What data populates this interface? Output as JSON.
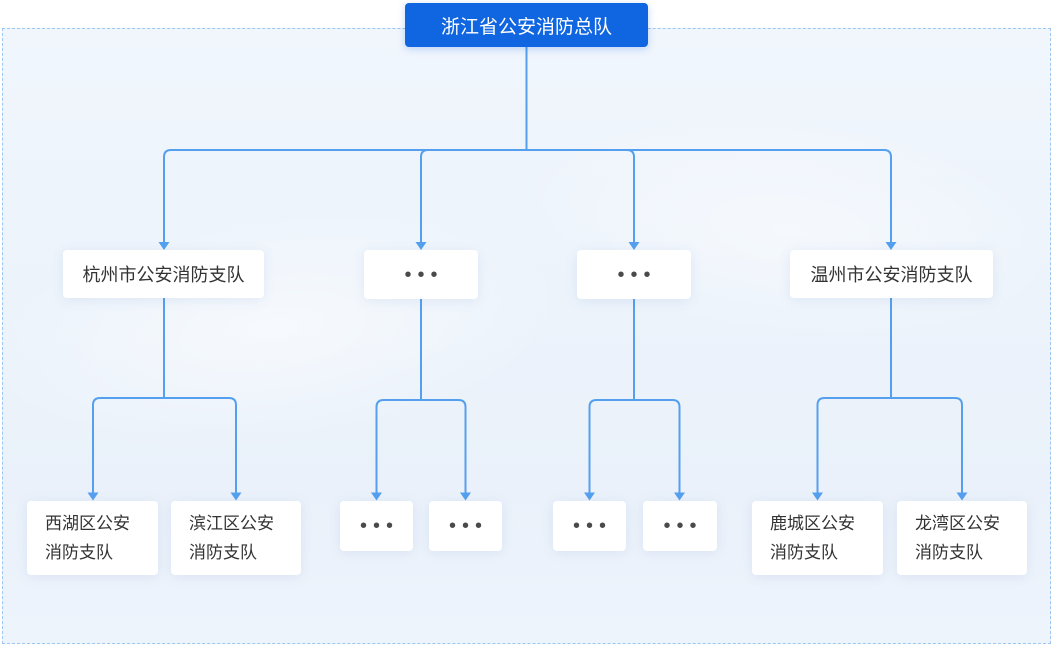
{
  "org": {
    "root": {
      "label": "浙江省公安消防总队"
    },
    "level2": [
      {
        "label": "杭州市公安消防支队"
      },
      {
        "label": "•••"
      },
      {
        "label": "•••"
      },
      {
        "label": "温州市公安消防支队"
      }
    ],
    "level3": [
      {
        "line1": "西湖区公安",
        "line2": "消防支队"
      },
      {
        "line1": "滨江区公安",
        "line2": "消防支队"
      },
      {
        "label": "•••"
      },
      {
        "label": "•••"
      },
      {
        "label": "•••"
      },
      {
        "label": "•••"
      },
      {
        "line1": "鹿城区公安",
        "line2": "消防支队"
      },
      {
        "line1": "龙湾区公安",
        "line2": "消防支队"
      }
    ]
  },
  "colors": {
    "root_node_bg": "#1065e0",
    "root_node_text": "#ffffff",
    "connector": "#55a0ee",
    "panel_bg": "#eef4fb",
    "panel_dashed_border": "#9ec6f3",
    "node_bg": "#ffffff",
    "node_text": "#333333",
    "ellipsis_dots": "#4a4a4a"
  }
}
